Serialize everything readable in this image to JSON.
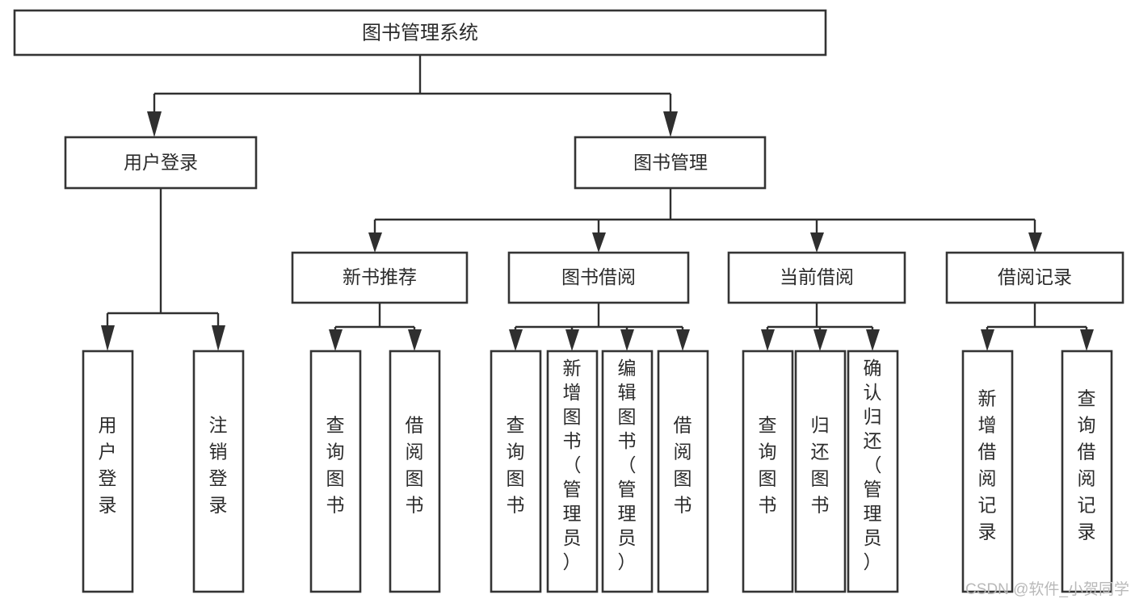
{
  "diagram": {
    "title": "图书管理系统",
    "type": "tree-hierarchy-chart",
    "root": {
      "id": "root",
      "label": "图书管理系统",
      "orientation": "horizontal"
    },
    "level2": [
      {
        "id": "user-login",
        "label": "用户登录",
        "orientation": "horizontal"
      },
      {
        "id": "book-management",
        "label": "图书管理",
        "orientation": "horizontal"
      }
    ],
    "level3": [
      {
        "id": "new-book-recommend",
        "label": "新书推荐",
        "orientation": "horizontal"
      },
      {
        "id": "book-borrow",
        "label": "图书借阅",
        "orientation": "horizontal"
      },
      {
        "id": "current-borrow",
        "label": "当前借阅",
        "orientation": "horizontal"
      },
      {
        "id": "borrow-record",
        "label": "借阅记录",
        "orientation": "horizontal"
      }
    ],
    "leaves": [
      {
        "id": "leaf-user-login",
        "label": "用户登录",
        "parent": "user-login",
        "orientation": "vertical"
      },
      {
        "id": "leaf-user-logout",
        "label": "注销登录",
        "parent": "user-login",
        "orientation": "vertical"
      },
      {
        "id": "leaf-query-book-1",
        "label": "查询图书",
        "parent": "new-book-recommend",
        "orientation": "vertical"
      },
      {
        "id": "leaf-borrow-book-1",
        "label": "借阅图书",
        "parent": "new-book-recommend",
        "orientation": "vertical"
      },
      {
        "id": "leaf-query-book-2",
        "label": "查询图书",
        "parent": "book-borrow",
        "orientation": "vertical"
      },
      {
        "id": "leaf-add-book",
        "label": "新增图书（管理员）",
        "parent": "book-borrow",
        "orientation": "vertical"
      },
      {
        "id": "leaf-edit-book",
        "label": "编辑图书（管理员）",
        "parent": "book-borrow",
        "orientation": "vertical"
      },
      {
        "id": "leaf-borrow-book-2",
        "label": "借阅图书",
        "parent": "book-borrow",
        "orientation": "vertical"
      },
      {
        "id": "leaf-query-book-3",
        "label": "查询图书",
        "parent": "current-borrow",
        "orientation": "vertical"
      },
      {
        "id": "leaf-return-book",
        "label": "归还图书",
        "parent": "current-borrow",
        "orientation": "vertical"
      },
      {
        "id": "leaf-confirm-return",
        "label": "确认归还（管理员）",
        "parent": "current-borrow",
        "orientation": "vertical"
      },
      {
        "id": "leaf-add-record",
        "label": "新增借阅记录",
        "parent": "borrow-record",
        "orientation": "vertical"
      },
      {
        "id": "leaf-query-record",
        "label": "查询借阅记录",
        "parent": "borrow-record",
        "orientation": "vertical"
      }
    ],
    "watermark": "CSDN @软件_小贺同学",
    "colors": {
      "box_stroke": "#343434",
      "box_fill": "#ffffff",
      "connector": "#2f2f2f",
      "text": "#2b2b2b",
      "watermark": "#b9b9b9",
      "background": "#ffffff"
    }
  }
}
